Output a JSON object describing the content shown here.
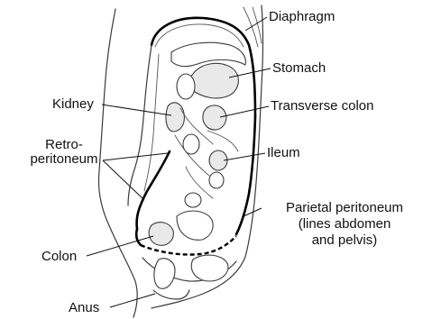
{
  "labels": {
    "diaphragm": "Diaphragm",
    "stomach": "Stomach",
    "kidney": "Kidney",
    "transverse_colon": "Transverse colon",
    "retro_line1": "Retro-",
    "retro_line2": "peritoneum",
    "ileum": "Ileum",
    "parietal_line1": "Parietal peritoneum",
    "parietal_line2": "(lines abdomen",
    "parietal_line3": "and pelvis)",
    "colon": "Colon",
    "anus": "Anus"
  }
}
